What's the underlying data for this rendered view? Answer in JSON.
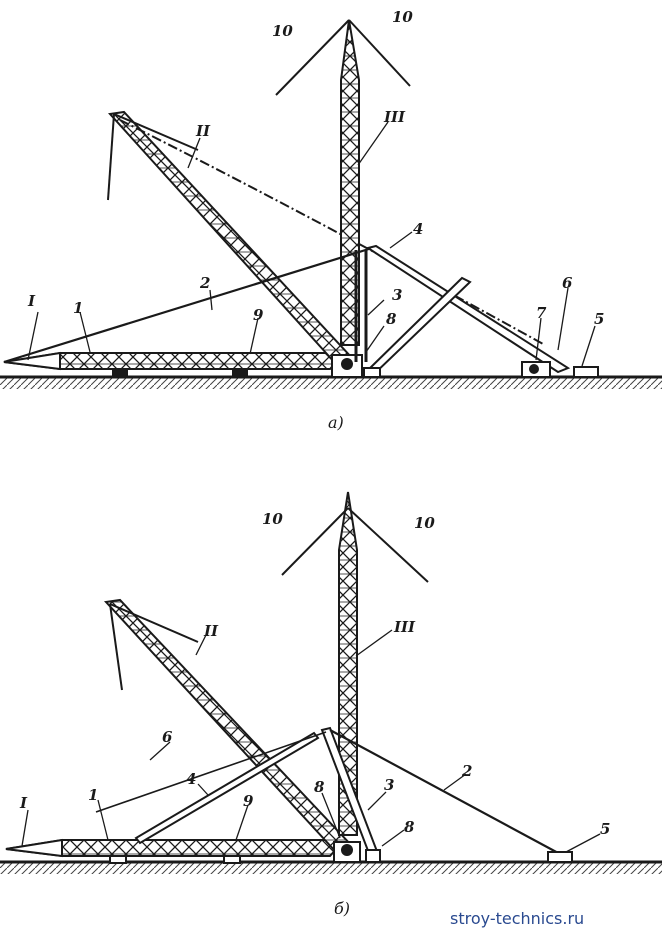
{
  "diagram_a": {
    "caption": "а)",
    "labels": {
      "I": "I",
      "II": "II",
      "III": "III",
      "n1": "1",
      "n2": "2",
      "n3": "3",
      "n4": "4",
      "n5": "5",
      "n6": "6",
      "n7": "7",
      "n8": "8",
      "n9": "9",
      "n10a": "10",
      "n10b": "10"
    }
  },
  "diagram_b": {
    "caption": "б)",
    "labels": {
      "I": "I",
      "II": "II",
      "III": "III",
      "n1": "1",
      "n2": "2",
      "n3": "3",
      "n4": "4",
      "n5": "5",
      "n6": "6",
      "n8a": "8",
      "n8b": "8",
      "n9": "9",
      "n10a": "10",
      "n10b": "10"
    }
  },
  "watermark": "stroy-technics.ru"
}
